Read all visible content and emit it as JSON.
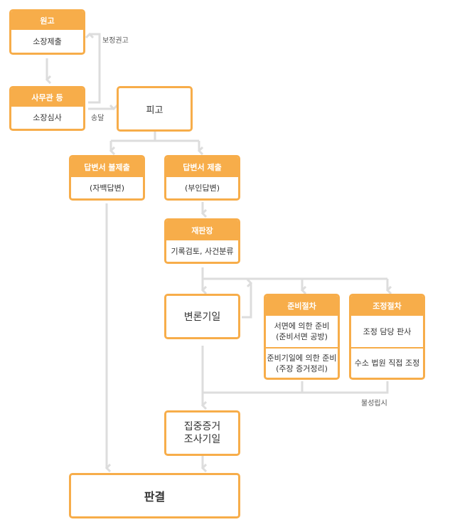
{
  "nodes": {
    "plaintiff": {
      "head": "원고",
      "body": "소장제출"
    },
    "clerk": {
      "head": "사무관 등",
      "body": "소장심사"
    },
    "defendant": {
      "body": "피고"
    },
    "no_answer": {
      "head": "답변서 불제출",
      "body": "(자백답변)"
    },
    "answer": {
      "head": "답변서 제출",
      "body": "(부인답변)"
    },
    "presiding": {
      "head": "재판장",
      "body": "기록검토, 사건분류"
    },
    "pleading_date": {
      "body": "변론기일"
    },
    "prep": {
      "head": "준비절차",
      "body1_line1": "서면에 의한 준비",
      "body1_line2": "(준비서면 공방)",
      "body2_line1": "준비기일에 의한 준비",
      "body2_line2": "(주장 증거정리)"
    },
    "mediation": {
      "head": "조정절차",
      "body1": "조정 담당 판사",
      "body2": "수소 법원 직접 조정"
    },
    "intensive": {
      "line1": "집중증거",
      "line2": "조사기일"
    },
    "judgment": {
      "body": "판결"
    }
  },
  "labels": {
    "correction": "보정권고",
    "service": "송달",
    "failure": "불성립시"
  },
  "colors": {
    "accent": "#f7ad4a",
    "connector": "#dddddd"
  }
}
